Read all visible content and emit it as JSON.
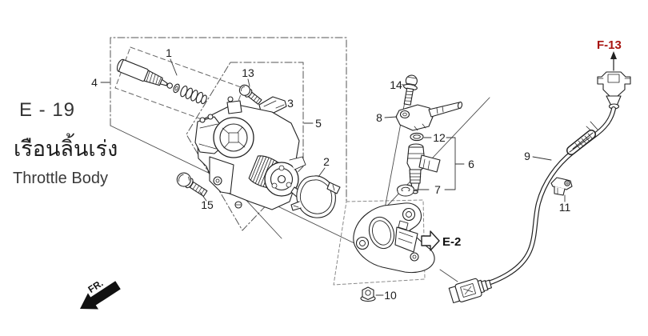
{
  "header": {
    "code": "E - 19",
    "thai": "เรือนลิ้นเร่ง",
    "english": "Throttle Body"
  },
  "references": {
    "f13": "F-13",
    "e2": "E-2",
    "fr": "FR."
  },
  "callouts": {
    "c1": "1",
    "c2": "2",
    "c3": "3",
    "c4": "4",
    "c5": "5",
    "c6": "6",
    "c7": "7",
    "c8": "8",
    "c9": "9",
    "c10": "10",
    "c11": "11",
    "c12": "12",
    "c13": "13",
    "c14": "14",
    "c15": "15"
  },
  "colors": {
    "line_art": "#222222",
    "box_outline": "#555555",
    "reference_red": "#a81410",
    "background": "#ffffff"
  }
}
